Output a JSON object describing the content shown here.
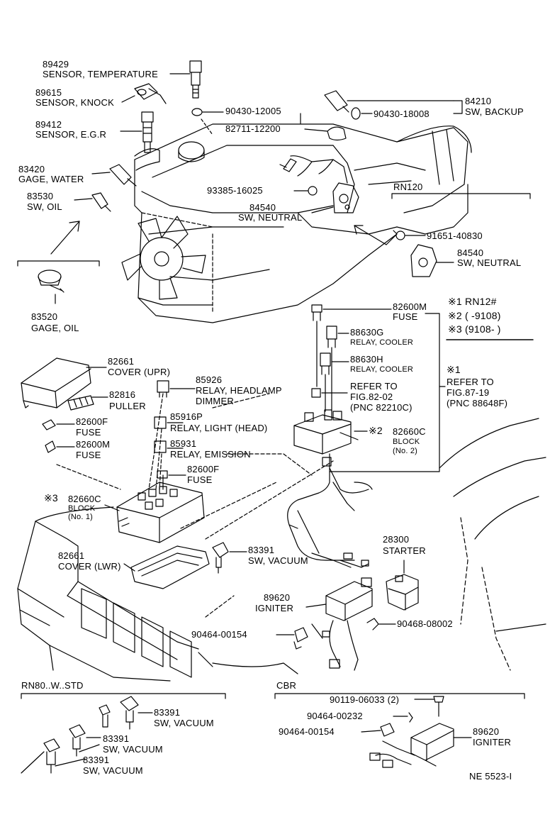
{
  "diagram": {
    "reference_code": "NE 5523-I",
    "notes": {
      "n1": "※1 RN12#",
      "n2": "※2 (      -9108)",
      "n3": "※3 (9108-      )",
      "refer1": "※1",
      "refer2": "REFER TO",
      "refer3": "FIG.87-19",
      "refer4": "(PNC 88648F)"
    },
    "section_labels": {
      "rn120": "RN120",
      "rn80": "RN80..W..STD",
      "cbr": "CBR"
    },
    "parts": {
      "p89429": {
        "num": "89429",
        "name": "SENSOR, TEMPERATURE"
      },
      "p89615": {
        "num": "89615",
        "name": "SENSOR, KNOCK"
      },
      "p89412": {
        "num": "89412",
        "name": "SENSOR, E.G.R"
      },
      "p83420": {
        "num": "83420",
        "name": "GAGE, WATER"
      },
      "p83530": {
        "num": "83530",
        "name": "SW, OIL"
      },
      "p83520": {
        "num": "83520",
        "name": "GAGE, OIL"
      },
      "p90430a": {
        "num": "90430-12005"
      },
      "p82711": {
        "num": "82711-12200"
      },
      "p84210": {
        "num": "84210",
        "name": "SW, BACKUP"
      },
      "p90430b": {
        "num": "90430-18008"
      },
      "p93385": {
        "num": "93385-16025"
      },
      "p84540a": {
        "num": "84540",
        "name": "SW, NEUTRAL"
      },
      "p91651": {
        "num": "91651-40830"
      },
      "p84540b": {
        "num": "84540",
        "name": "SW, NEUTRAL"
      },
      "p82600m_top": {
        "num": "82600M",
        "name": "FUSE"
      },
      "p88630g": {
        "num": "88630G",
        "name": "RELAY, COOLER"
      },
      "p88630h": {
        "num": "88630H",
        "name": "RELAY, COOLER"
      },
      "refer_fig82": {
        "l1": "REFER TO",
        "l2": "FIG.82-02",
        "l3": "(PNC 82210C)"
      },
      "p82660c_2": {
        "mark": "※2",
        "num": "82660C",
        "name": "BLOCK",
        "sub": "(No. 2)"
      },
      "p82661_upr": {
        "num": "82661",
        "name": "COVER (UPR)"
      },
      "p82816": {
        "num": "82816",
        "name": "PULLER"
      },
      "p82600f_l": {
        "num": "82600F",
        "name": "FUSE"
      },
      "p82600m_l": {
        "num": "82600M",
        "name": "FUSE"
      },
      "p85926": {
        "num": "85926",
        "name": "RELAY, HEADLAMP",
        "name2": "DIMMER"
      },
      "p85916p": {
        "num": "85916P",
        "name": "RELAY, LIGHT (HEAD)"
      },
      "p85931": {
        "num": "85931",
        "name": "RELAY, EMISSION"
      },
      "p82600f_c": {
        "num": "82600F",
        "name": "FUSE"
      },
      "p82660c_1": {
        "mark": "※3",
        "num": "82660C",
        "name": "BLOCK",
        "sub": "(No. 1)"
      },
      "p82661_lwr": {
        "num": "82661",
        "name": "COVER (LWR)"
      },
      "p83391_c": {
        "num": "83391",
        "name": "SW, VACUUM"
      },
      "p28300": {
        "num": "28300",
        "name": "STARTER"
      },
      "p89620_c": {
        "num": "89620",
        "name": "IGNITER"
      },
      "p90468": {
        "num": "90468-08002"
      },
      "p90464_c": {
        "num": "90464-00154"
      },
      "p83391_a": {
        "num": "83391",
        "name": "SW, VACUUM"
      },
      "p83391_b": {
        "num": "83391",
        "name": "SW, VACUUM"
      },
      "p83391_d": {
        "num": "83391",
        "name": "SW, VACUUM"
      },
      "p90119": {
        "num": "90119-06033 (2)"
      },
      "p90464_232": {
        "num": "90464-00232"
      },
      "p90464_154b": {
        "num": "90464-00154"
      },
      "p89620_b": {
        "num": "89620",
        "name": "IGNITER"
      }
    }
  }
}
